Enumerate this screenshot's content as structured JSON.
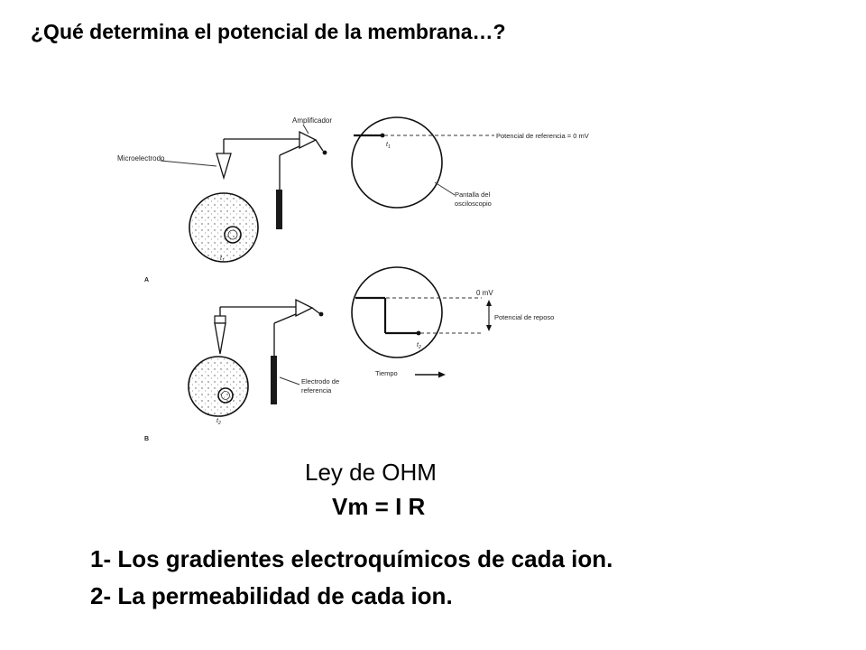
{
  "title": "¿Qué determina el potencial de la membrana…?",
  "figure": {
    "labels": {
      "microelectrode": "Microelectrodo",
      "amplifier": "Amplificador",
      "reference_potential": "Potencial de referencia = 0 mV",
      "screen_line1": "Pantalla del",
      "screen_line2": "osciloscopio",
      "zero_mv": "0 mV",
      "resting_potential": "Potencial de reposo",
      "time": "Tiempo",
      "ref_electrode_line1": "Electrodo de",
      "ref_electrode_line2": "referencia",
      "panel_a": "A",
      "panel_b": "B",
      "time_mark_letter": "t",
      "t1_sub": "1",
      "t2_sub": "2"
    }
  },
  "law": {
    "name": "Ley de OHM",
    "equation": "Vm = I R"
  },
  "points": [
    "1- Los gradientes electroquímicos de cada ion.",
    "2- La permeabilidad de cada ion."
  ]
}
